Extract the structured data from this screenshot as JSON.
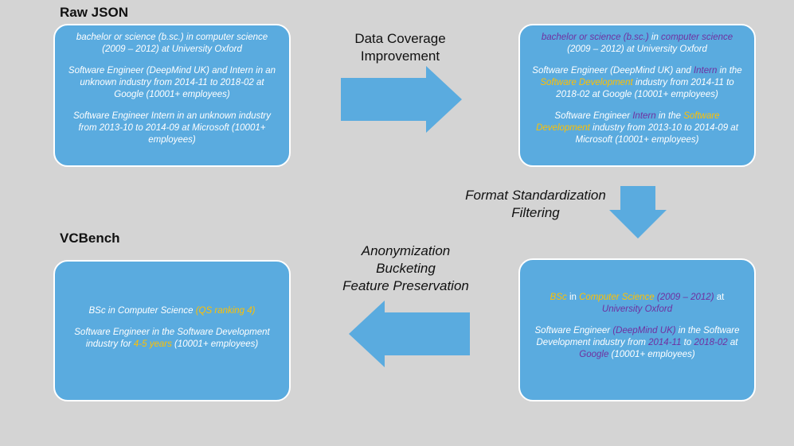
{
  "headings": {
    "raw_json": "Raw JSON",
    "vcbench": "VCBench"
  },
  "steps": {
    "coverage": [
      "Data Coverage",
      "Improvement"
    ],
    "format": [
      "Format Standardization",
      "Filtering"
    ],
    "anonymization": [
      "Anonymization",
      "Bucketing",
      "Feature Preservation"
    ]
  },
  "raw_box": {
    "education": "bachelor or science (b.sc.) in computer science (2009 – 2012) at University Oxford",
    "job1": "Software Engineer (DeepMind UK) and Intern in an unknown industry from 2014-11 to 2018-02 at Google (10001+ employees)",
    "job2": "Software Engineer Intern in an unknown industry from 2013-10 to 2014-09 at Microsoft (10001+ employees)"
  },
  "coverage_box": {
    "education": {
      "a": "bachelor or science (b.sc.)",
      "b": " in ",
      "c": "computer science",
      "d": " (2009 – 2012) at University Oxford"
    },
    "job1": {
      "a": "Software Engineer (DeepMind UK) and ",
      "b": "Intern",
      "c": " in the ",
      "d": "Software Development",
      "e": " industry from 2014-11 to 2018-02 at Google (10001+ employees)"
    },
    "job2": {
      "a": "Software Engineer ",
      "b": "Intern",
      "c": " in the ",
      "d": "Software Development",
      "e": " industry from 2013-10 to 2014-09 at Microsoft (10001+ employees)"
    }
  },
  "standardized_box": {
    "education": {
      "a": "BSc",
      "b": " in ",
      "c": "Computer Science",
      "d": " ",
      "e": "(2009 – 2012)",
      "f": " at ",
      "g": "University Oxford"
    },
    "job1": {
      "a": "Software Engineer ",
      "b": "(DeepMind UK)",
      "c": " in the Software Development industry from ",
      "d": "2014-11",
      "e": " to ",
      "f": "2018-02",
      "g": " at ",
      "h": "Google",
      "i": " (10001+ employees)"
    }
  },
  "vcbench_box": {
    "education": {
      "a": "BSc in Computer Science ",
      "b": "(QS ranking 4)"
    },
    "job1": {
      "a": "Software Engineer in the Software Development industry for ",
      "b": "4-5 years",
      "c": " (10001+ employees)"
    }
  },
  "colors": {
    "box_fill": "#5aabdf",
    "arrow_fill": "#5aabdf",
    "highlight_purple": "#7030a0",
    "highlight_gold": "#ffc000",
    "background": "#d4d4d4"
  }
}
